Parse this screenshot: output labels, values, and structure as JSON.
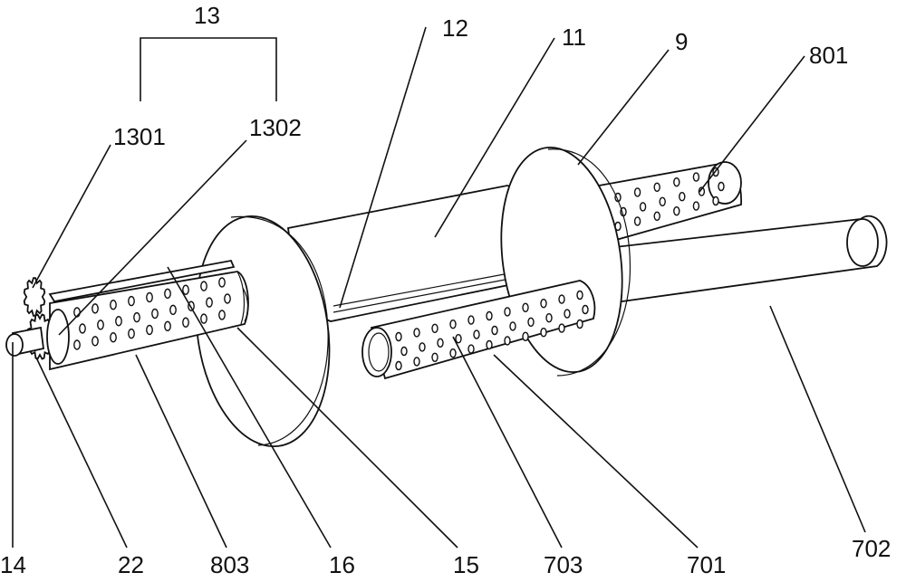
{
  "labels": {
    "l13": "13",
    "l1301": "1301",
    "l1302": "1302",
    "l12": "12",
    "l11": "11",
    "l9": "9",
    "l801": "801",
    "l14": "14",
    "l22": "22",
    "l803": "803",
    "l16": "16",
    "l15": "15",
    "l703": "703",
    "l701": "701",
    "l702": "702"
  }
}
